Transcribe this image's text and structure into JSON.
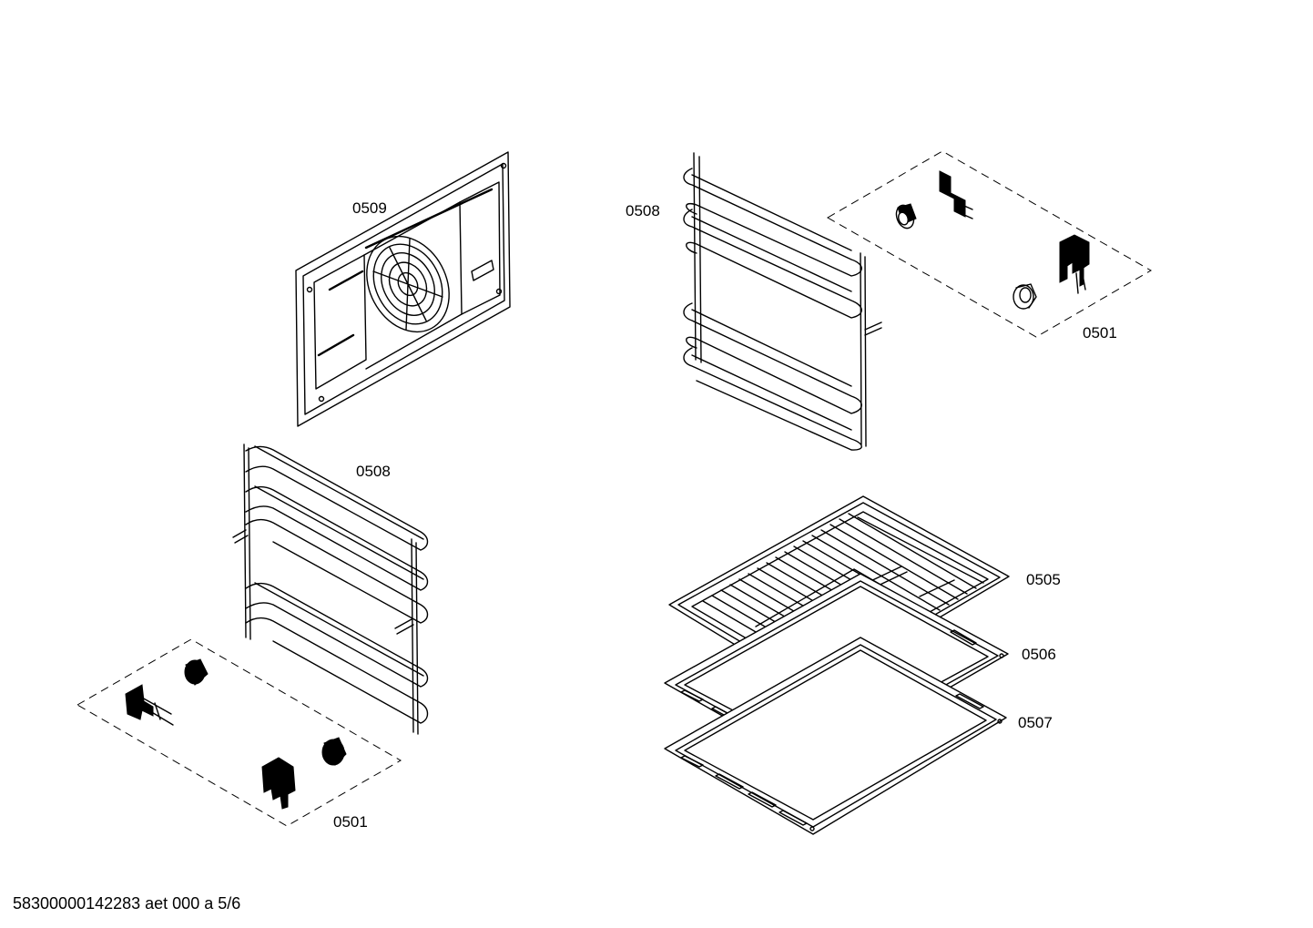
{
  "parts": [
    {
      "id": "back-panel",
      "label": "0509"
    },
    {
      "id": "shelf-support-right",
      "label": "0508"
    },
    {
      "id": "clip-kit-right",
      "label": "0501"
    },
    {
      "id": "shelf-support-left",
      "label": "0508"
    },
    {
      "id": "wire-rack",
      "label": "0505"
    },
    {
      "id": "baking-tray",
      "label": "0506"
    },
    {
      "id": "universal-pan",
      "label": "0507"
    },
    {
      "id": "clip-kit-left",
      "label": "0501"
    }
  ],
  "footer": {
    "text": "58300000142283 aet 000 a 5/6"
  }
}
